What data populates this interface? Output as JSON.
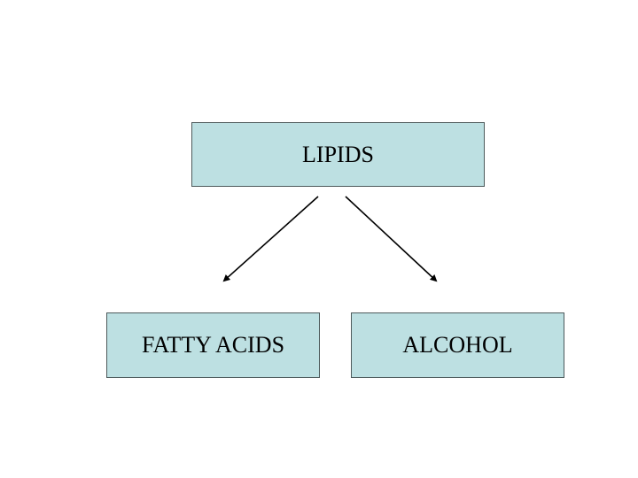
{
  "diagram": {
    "root": {
      "label": "LIPIDS"
    },
    "children": [
      {
        "label": "FATTY ACIDS"
      },
      {
        "label": "ALCOHOL"
      }
    ],
    "colors": {
      "box_fill": "#bde0e2",
      "box_border": "#4d5a5b",
      "arrow": "#000000",
      "background": "#ffffff"
    }
  }
}
